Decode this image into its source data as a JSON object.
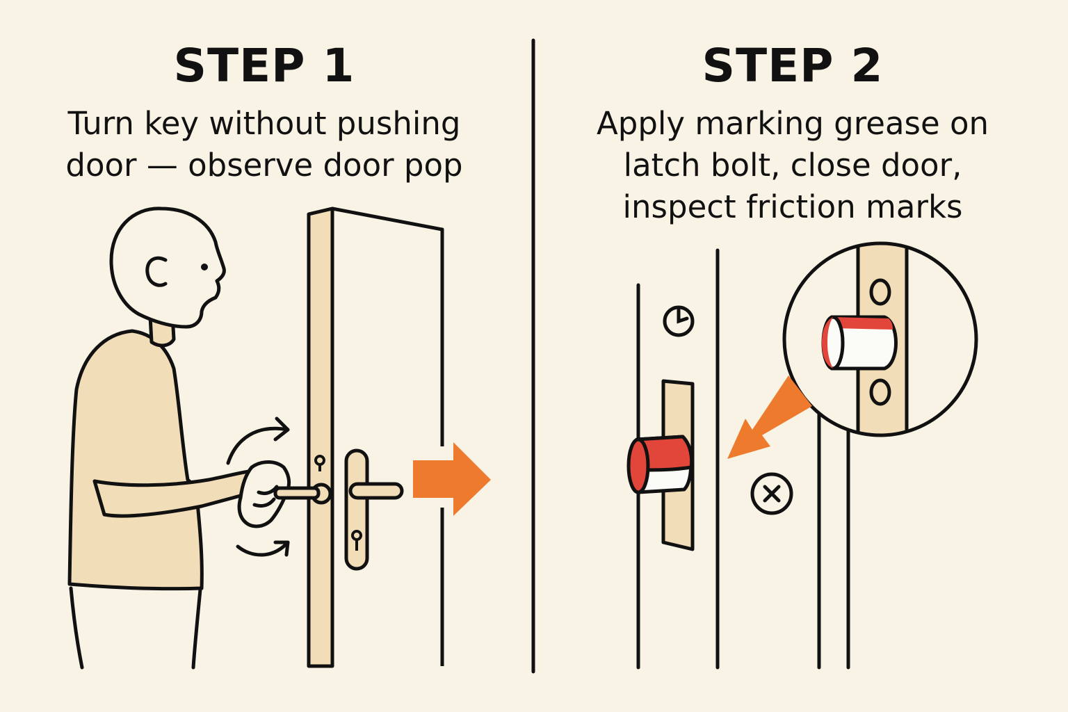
{
  "colors": {
    "background": "#f9f3e6",
    "skin_tone": "#f1ddb8",
    "door_edge": "#f1ddb8",
    "accent_arrow": "#ee7a2e",
    "grease_red": "#e2463a",
    "outline": "#111111"
  },
  "step1": {
    "title": "STEP 1",
    "description_lines": [
      "Turn key without pushing",
      "door — observe door pop"
    ]
  },
  "step2": {
    "title": "STEP 2",
    "description_lines": [
      "Apply marking grease on",
      "latch bolt, close door,",
      "inspect friction marks"
    ]
  },
  "icons": [
    "person-turning-key",
    "rotation-arrow-icon",
    "door-handle-icon",
    "push-arrow-icon",
    "latch-bolt-icon",
    "magnifier-circle-icon",
    "pointer-arrow-icon",
    "screw-icon"
  ]
}
